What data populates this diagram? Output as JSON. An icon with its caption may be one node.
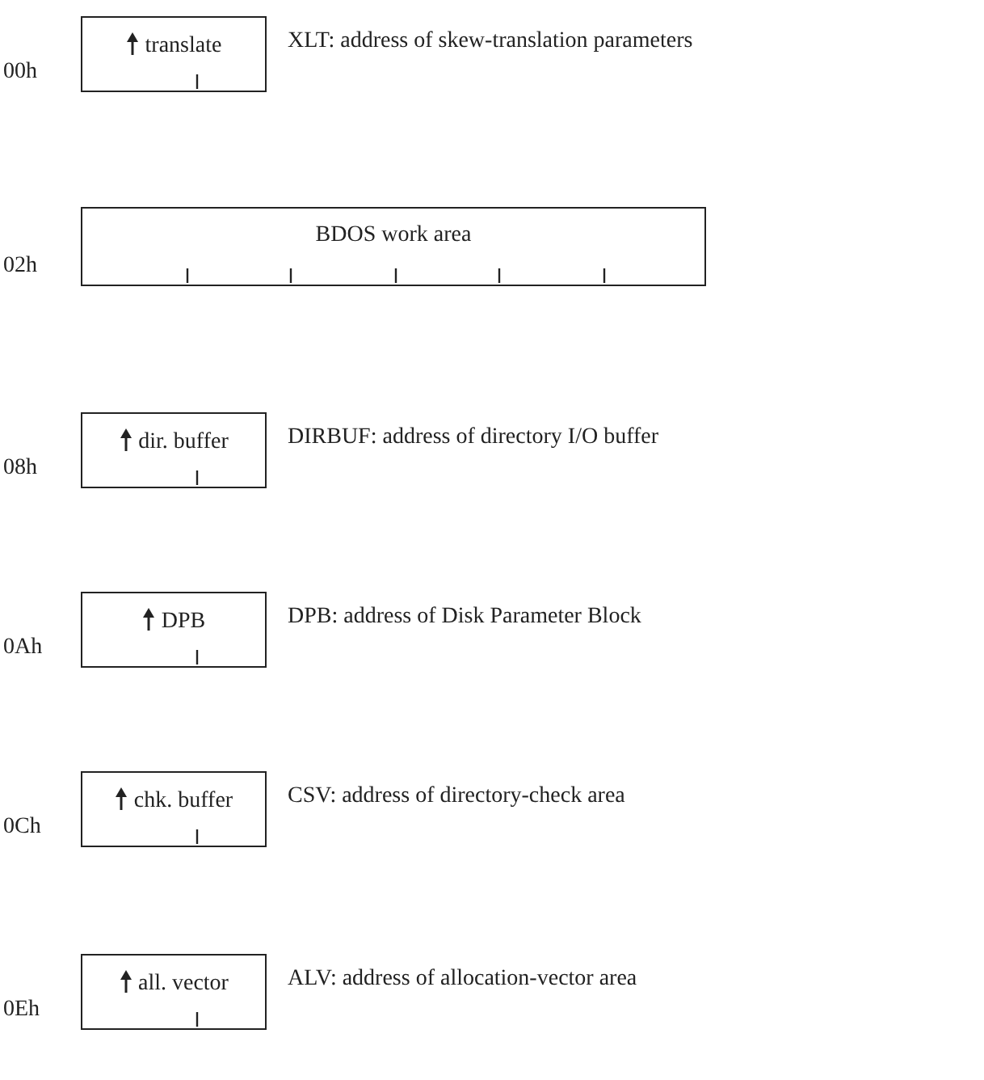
{
  "diagram": {
    "nodes": [
      {
        "text": [
          "translate"
        ],
        "beside": [
          "00h",
          "XLT: address of skew-translation parameters"
        ]
      },
      {
        "text": [
          "BDOS work area"
        ],
        "beside": [
          "02h"
        ]
      },
      {
        "text": [
          "dir. buffer"
        ],
        "beside": [
          "08h",
          "DIRBUF: address of directory I/O buffer"
        ]
      },
      {
        "text": [
          "DPB"
        ],
        "beside": [
          "0Ah",
          "DPB: address of Disk Parameter Block"
        ]
      },
      {
        "text": [
          "chk. buffer"
        ],
        "beside": [
          "0Ch",
          "CSV: address of directory-check area"
        ]
      },
      {
        "text": [
          "all. vector"
        ],
        "beside": [
          "0Eh",
          "ALV: address of allocation-vector area"
        ]
      }
    ]
  }
}
